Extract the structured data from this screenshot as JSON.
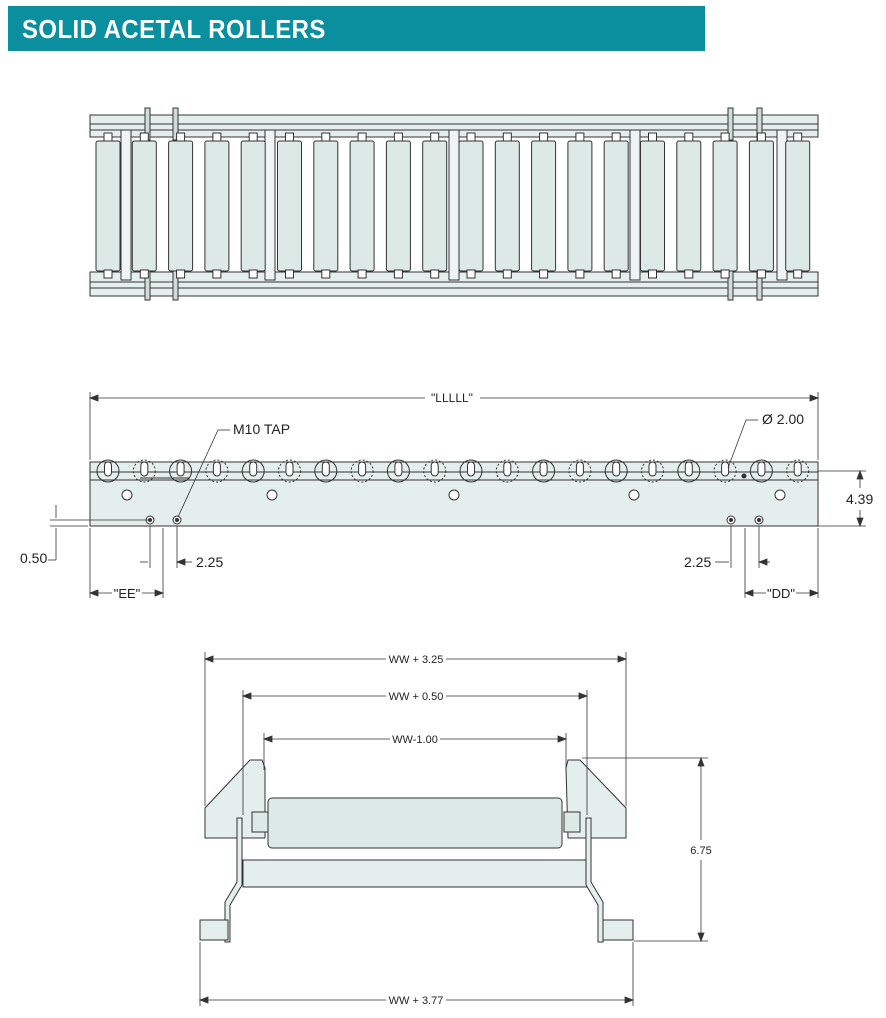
{
  "header": {
    "title": "SOLID ACETAL ROLLERS"
  },
  "side_view": {
    "overall_length": "\"LLLLL\"",
    "tap_label": "M10 TAP",
    "diameter_label": "Ø 2.00",
    "height_label": "4.39",
    "offset_label": "0.50",
    "left_spacing": "2.25",
    "right_spacing": "2.25",
    "left_end_label": "\"EE\"",
    "right_end_label": "\"DD\""
  },
  "end_view": {
    "width_outer_top": "WW + 3.25",
    "width_mid": "WW + 0.50",
    "width_roller": "WW-1.00",
    "height": "6.75",
    "width_bottom": "WW + 3.77"
  },
  "colors": {
    "title_bar": "#0a8f9e",
    "roller_fill": "#dde9e6",
    "frame_fill": "#e4eeec",
    "outline": "#333333"
  }
}
